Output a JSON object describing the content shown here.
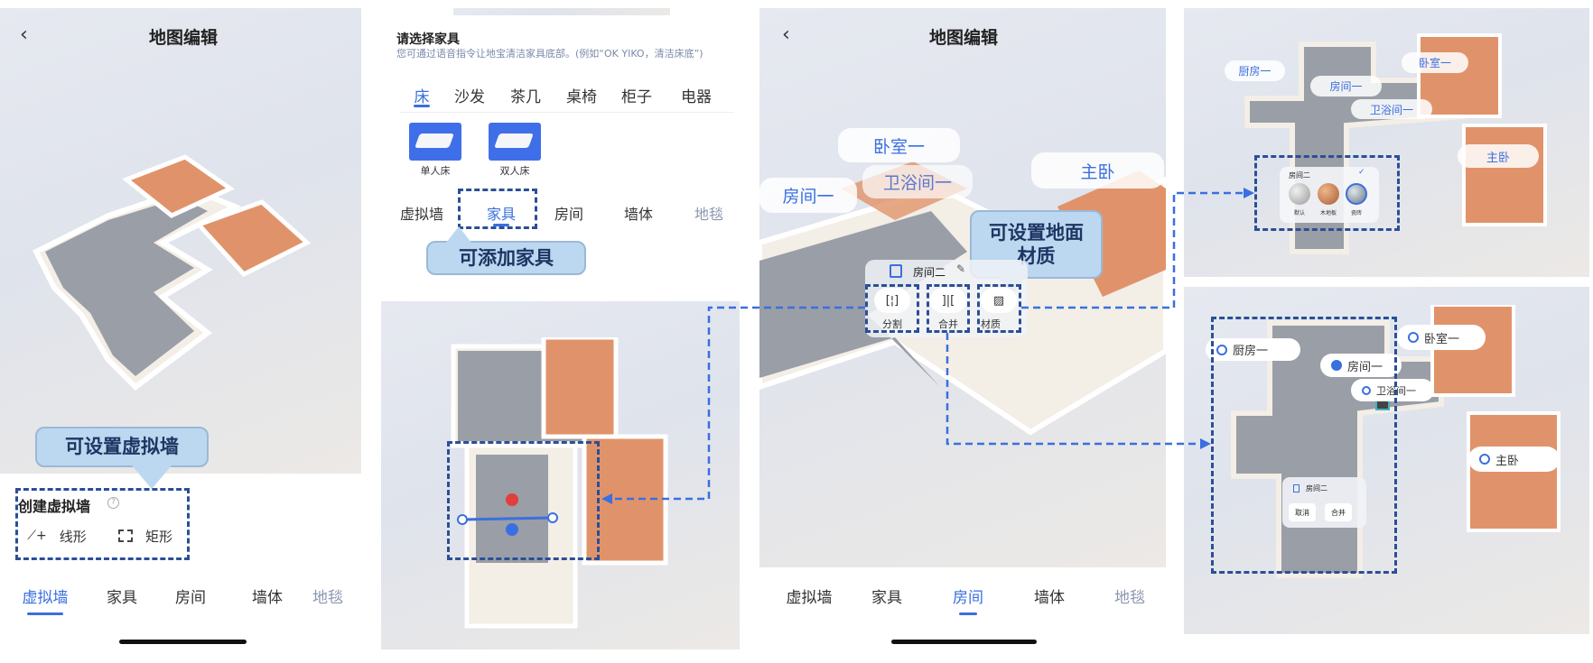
{
  "panel1": {
    "back_icon": "chevron-left-icon",
    "title": "地图编辑",
    "callout": "可设置虚拟墙",
    "section_title": "创建虚拟墙",
    "help_icon": "question-circle-icon",
    "buttons": [
      {
        "label": "线形",
        "icon": "line-plus-icon"
      },
      {
        "label": "矩形",
        "icon": "rect-plus-icon"
      }
    ],
    "tabs": [
      "虚拟墙",
      "家具",
      "房间",
      "墙体",
      "地毯"
    ],
    "active_tab": 0
  },
  "panel2": {
    "heading": "请选择家具",
    "hint": "您可通过语音指令让地宝清洁家具底部。(例如“OK YIKO，清洁床底”)",
    "categories": [
      "床",
      "沙发",
      "茶几",
      "桌椅",
      "柜子",
      "电器"
    ],
    "active_category": 0,
    "items": [
      "单人床",
      "双人床"
    ],
    "tabs": [
      "虚拟墙",
      "家具",
      "房间",
      "墙体",
      "地毯"
    ],
    "active_tab": 1,
    "callout": "可添加家具"
  },
  "panel3": {
    "back_icon": "chevron-left-icon",
    "title": "地图编辑",
    "rooms": [
      "卧室一",
      "卫浴间一",
      "房间一",
      "主卧"
    ],
    "callout": "可设置地面材质",
    "card_title": "房间二",
    "actions": [
      {
        "label": "分割",
        "icon": "split-icon"
      },
      {
        "label": "合并",
        "icon": "merge-icon"
      },
      {
        "label": "材质",
        "icon": "material-icon"
      }
    ],
    "tabs": [
      "虚拟墙",
      "家具",
      "房间",
      "墙体",
      "地毯"
    ],
    "active_tab": 2
  },
  "panel4_top": {
    "rooms": [
      "厨房一",
      "房间一",
      "卧室一",
      "卫浴间一",
      "主卧"
    ],
    "card_title": "房间二",
    "materials": [
      "默认",
      "木地板",
      "瓷砖"
    ],
    "selected_material": 2
  },
  "panel4_bottom": {
    "rooms": [
      {
        "label": "厨房一",
        "checked": false
      },
      {
        "label": "房间一",
        "checked": true
      },
      {
        "label": "卧室一",
        "checked": false
      },
      {
        "label": "卫浴间一",
        "checked": false
      },
      {
        "label": "主卧",
        "checked": false
      }
    ],
    "card_title": "房间二",
    "cancel": "取消",
    "merge": "合并"
  },
  "colors": {
    "accent": "#3a6fe0",
    "dash": "#2b4f96",
    "callout": "#bcd8f0",
    "wood": "#e0936a",
    "floor": "#9a9ea6"
  }
}
